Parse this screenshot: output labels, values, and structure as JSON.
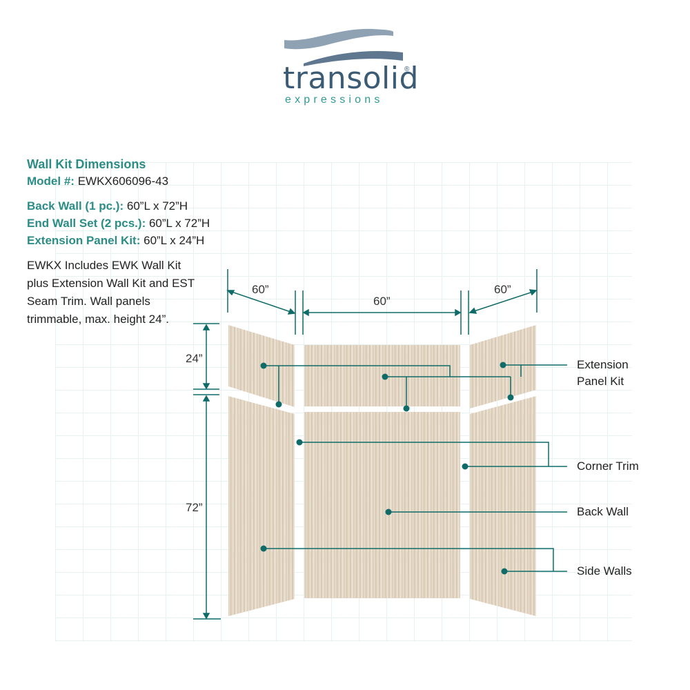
{
  "logo": {
    "wordmark": "transolid",
    "registered": "®",
    "tagline": "expressions",
    "colors": {
      "wordmark": "#3c5b74",
      "tagline": "#2e9a93",
      "wave": "#7f94a8"
    }
  },
  "specs": {
    "title": "Wall Kit Dimensions",
    "model_label": "Model #:",
    "model_value": "EWKX606096-43",
    "back_wall_label": "Back Wall (1 pc.):",
    "back_wall_value": "60”L x 72”H",
    "end_wall_label": "End Wall Set (2 pcs.):",
    "end_wall_value": "60”L x 72”H",
    "extension_label": "Extension Panel Kit:",
    "extension_value": "60”L x 24”H",
    "description": "EWKX Includes EWK Wall Kit plus Extension Wall Kit and EST Seam Trim. Wall panels trimmable, max. height 24”."
  },
  "dimensions": {
    "left_width": "60”",
    "center_width": "60”",
    "right_width": "60”",
    "extension_height": "24”",
    "wall_height": "72”"
  },
  "callouts": {
    "extension_panel_kit_line1": "Extension",
    "extension_panel_kit_line2": "Panel Kit",
    "corner_trim": "Corner Trim",
    "back_wall": "Back Wall",
    "side_walls": "Side Walls"
  },
  "colors": {
    "accent": "#0f6b68",
    "heading": "#2b8d86",
    "grid": "#e6f1f1",
    "panel": "#e2d6c5"
  }
}
